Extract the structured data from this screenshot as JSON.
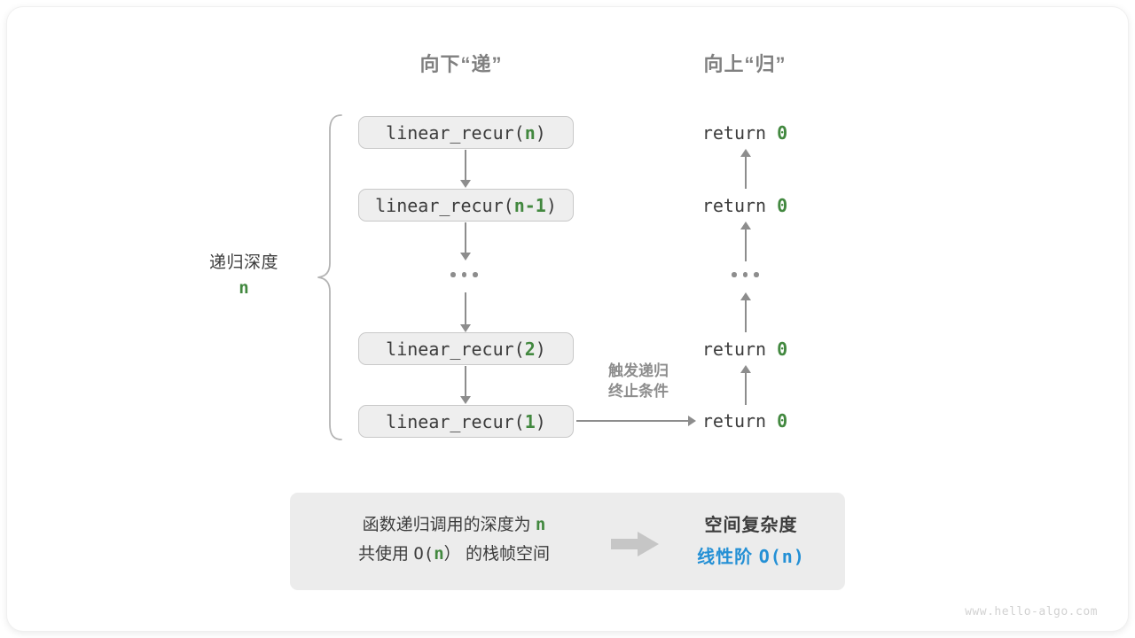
{
  "headers": {
    "down": "向下“递”",
    "up": "向上“归”"
  },
  "depth_label": {
    "text": "递归深度",
    "value": "n"
  },
  "call_stack": [
    {
      "prefix": "linear_recur(",
      "arg": "n",
      "suffix": ")"
    },
    {
      "prefix": "linear_recur(",
      "arg": "n-1",
      "suffix": ")"
    },
    {
      "prefix": "linear_recur(",
      "arg": "2",
      "suffix": ")"
    },
    {
      "prefix": "linear_recur(",
      "arg": "1",
      "suffix": ")"
    }
  ],
  "returns": [
    {
      "keyword": "return",
      "value": "0"
    },
    {
      "keyword": "return",
      "value": "0"
    },
    {
      "keyword": "return",
      "value": "0"
    },
    {
      "keyword": "return",
      "value": "0"
    }
  ],
  "trigger_note": {
    "line1": "触发递归",
    "line2": "终止条件"
  },
  "summary": {
    "left_line1_pre": "函数递归调用的深度为 ",
    "left_line1_var": "n",
    "left_line2_pre": "共使用 ",
    "left_line2_o": "O(",
    "left_line2_var": "n",
    "left_line2_close": "）",
    "left_line2_post": " 的栈帧空间",
    "right_title": "空间复杂度",
    "right_order_text": "线性阶 ",
    "right_order_value": "O(n)"
  },
  "watermark": "www.hello-algo.com",
  "colors": {
    "accent_green": "#42883f",
    "accent_blue": "#2490d5",
    "box_fill": "#eeeeee",
    "box_border": "#c9c9c9",
    "arrow_gray": "#8d8d8d",
    "text_gray": "#808080",
    "text_dark": "#3c3c3c",
    "panel_fill": "#ececec",
    "watermark_gray": "#d2d2d2"
  }
}
